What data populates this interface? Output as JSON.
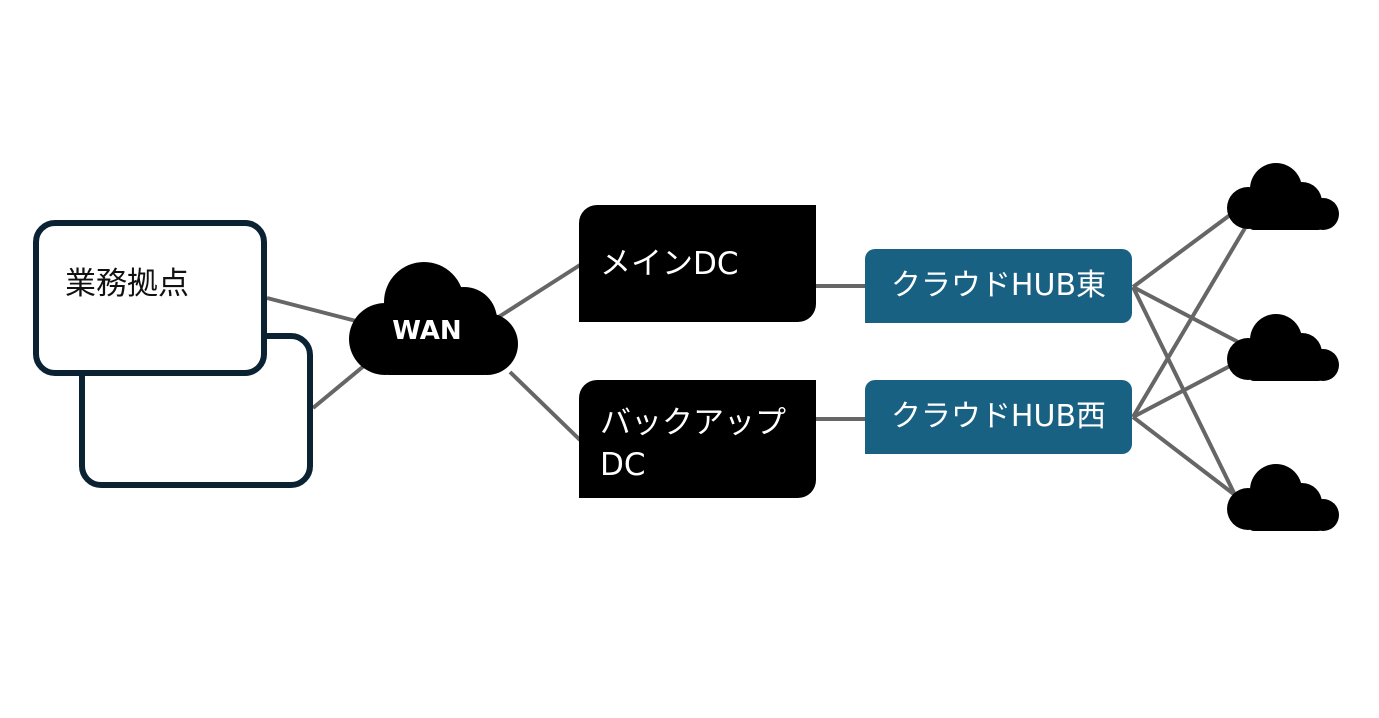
{
  "diagram": {
    "title": "",
    "nodes": {
      "site": {
        "label": "業務拠点",
        "icon": "stacked-box"
      },
      "wan": {
        "label": "WAN",
        "icon": "cloud-icon"
      },
      "dc_main": {
        "label": "メインDC"
      },
      "dc_backup": {
        "label": "バックアップDC"
      },
      "hub_east": {
        "label": "クラウドHUB東"
      },
      "hub_west": {
        "label": "クラウドHUB西"
      },
      "clouds": [
        {
          "label": "",
          "icon": "cloud-icon"
        },
        {
          "label": "",
          "icon": "cloud-icon"
        },
        {
          "label": "",
          "icon": "cloud-icon"
        }
      ]
    },
    "edges": [
      [
        "site",
        "wan"
      ],
      [
        "site_back",
        "wan"
      ],
      [
        "wan",
        "dc_main"
      ],
      [
        "wan",
        "dc_backup"
      ],
      [
        "dc_main",
        "hub_east"
      ],
      [
        "dc_backup",
        "hub_west"
      ],
      [
        "hub_east",
        "cloud1"
      ],
      [
        "hub_east",
        "cloud2"
      ],
      [
        "hub_east",
        "cloud3"
      ],
      [
        "hub_west",
        "cloud1"
      ],
      [
        "hub_west",
        "cloud2"
      ],
      [
        "hub_west",
        "cloud3"
      ]
    ],
    "colors": {
      "site_border": "#0b2233",
      "dc_fill": "#000000",
      "hub_fill": "#196182",
      "cloud_fill": "#000000",
      "edge": "#666666"
    }
  }
}
